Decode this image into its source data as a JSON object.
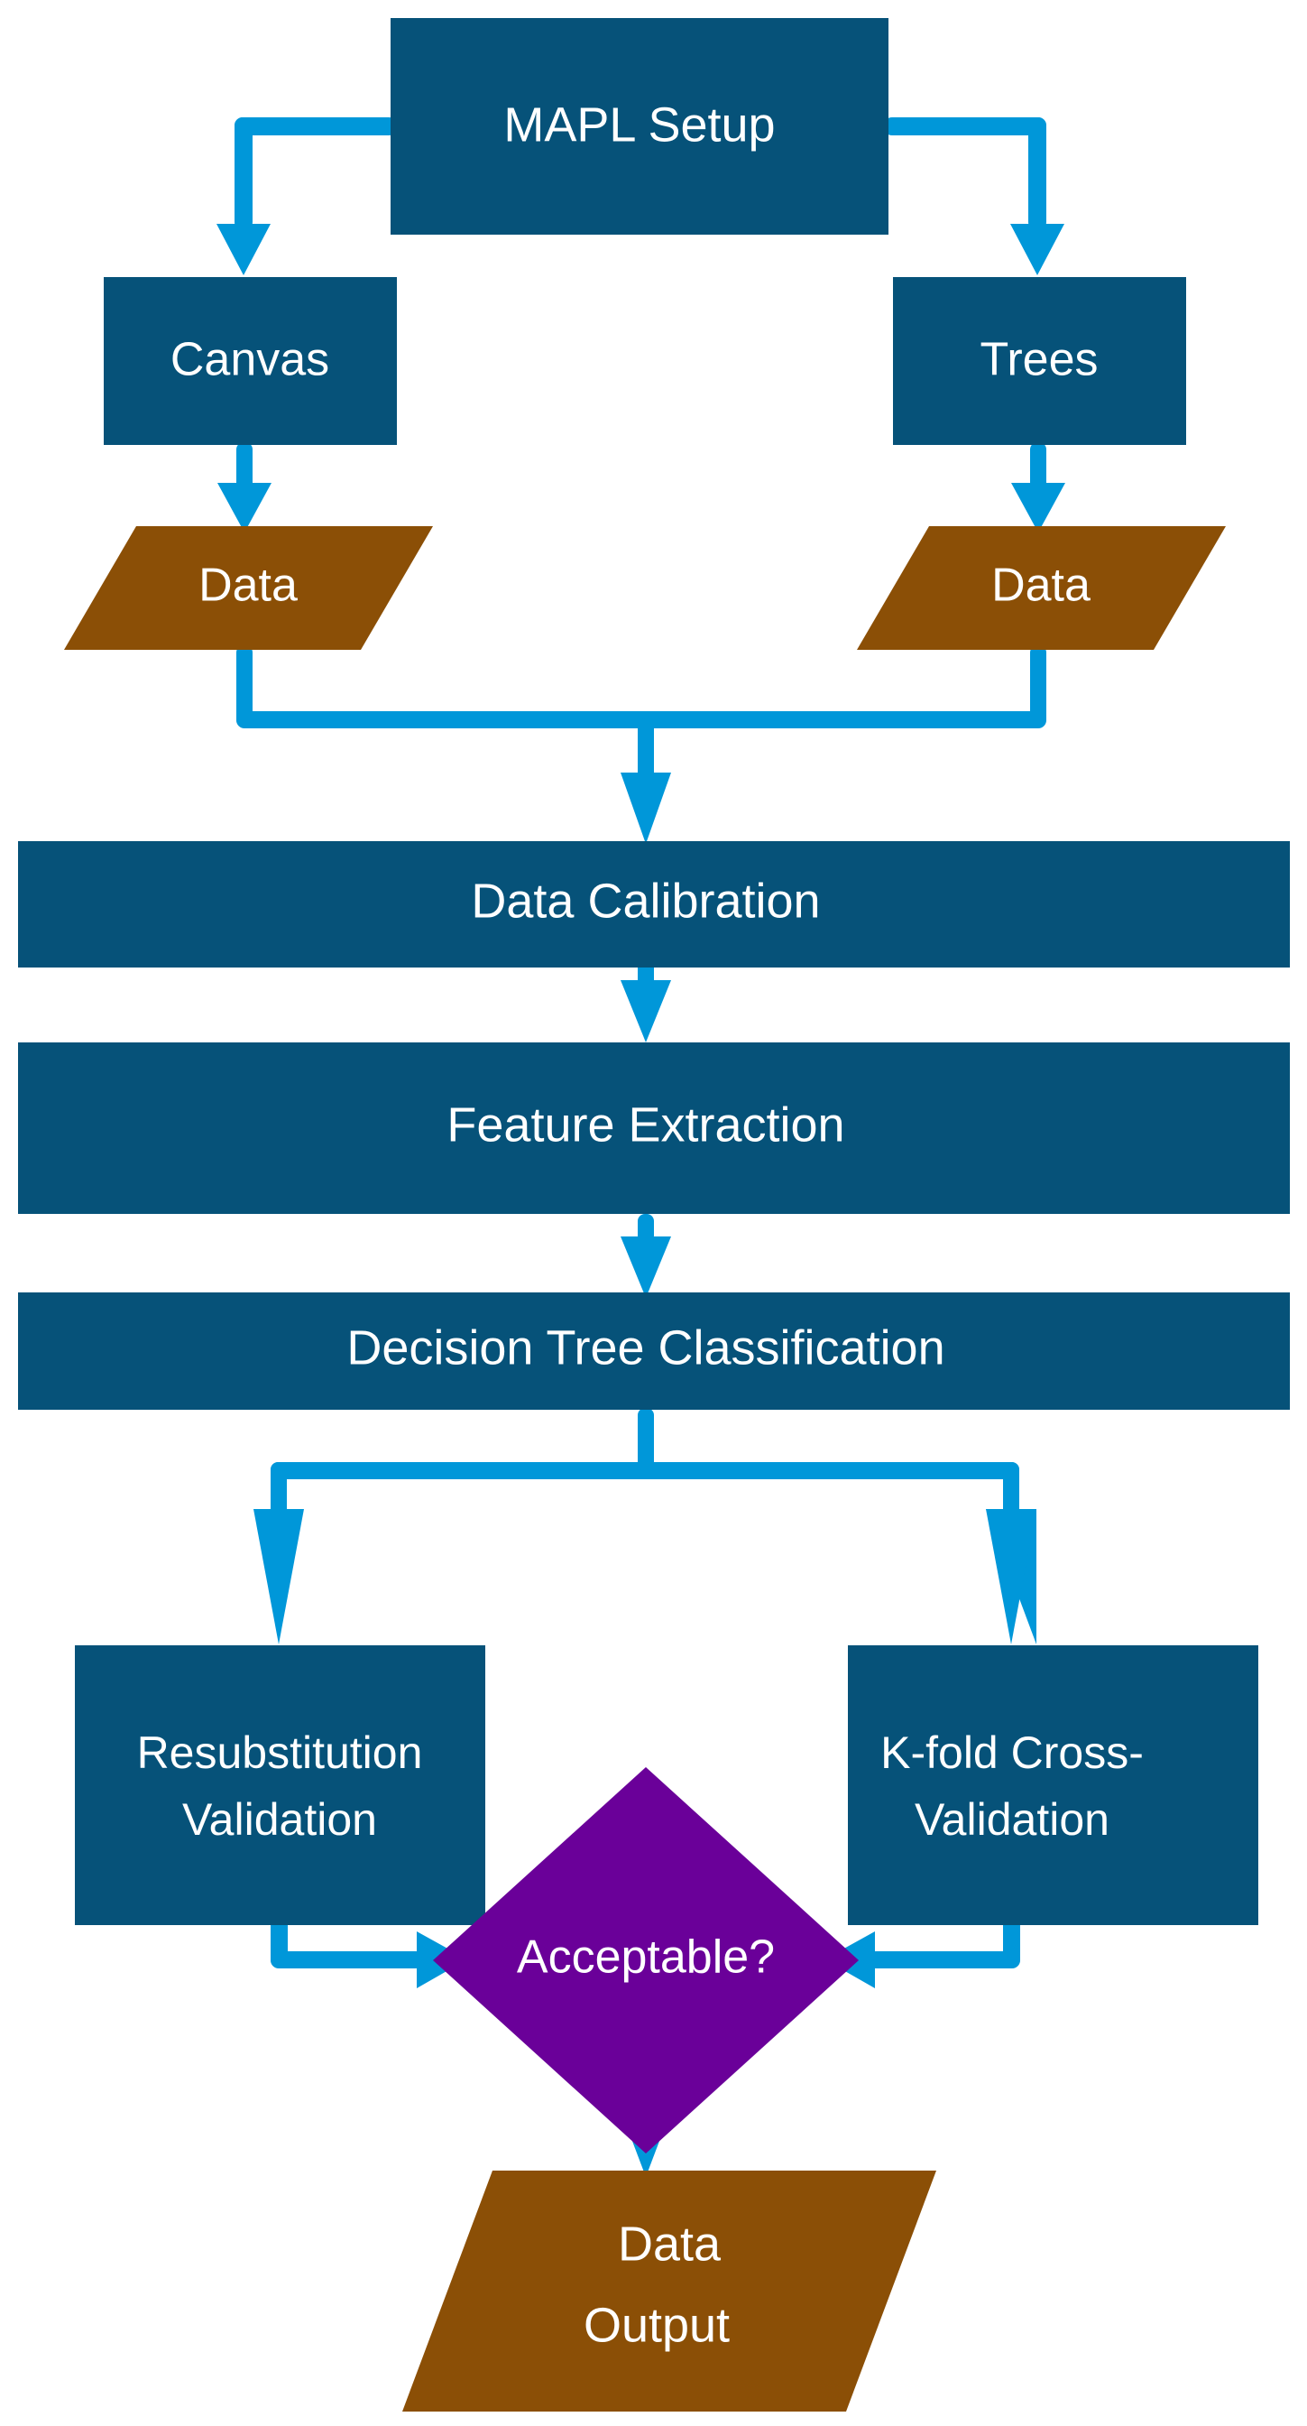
{
  "diagram": {
    "title": "MAPL decision tree classification workflow",
    "type": "flowchart",
    "orientation": "top-to-bottom",
    "background_color": "#ffffff",
    "colors": {
      "process_fill": "#065279",
      "data_fill": "#8B4F06",
      "decision_fill": "#6A0099",
      "connector": "#0097D9",
      "label_text": "#ffffff"
    },
    "nodes": [
      {
        "id": "mapl-setup",
        "label": "MAPL Setup",
        "shape": "rectangle",
        "role": "process",
        "fill": "#065279"
      },
      {
        "id": "canvas",
        "label": "Canvas",
        "shape": "rectangle",
        "role": "process",
        "fill": "#065279"
      },
      {
        "id": "trees",
        "label": "Trees",
        "shape": "rectangle",
        "role": "process",
        "fill": "#065279"
      },
      {
        "id": "data-left",
        "label": "Data",
        "shape": "parallelogram",
        "role": "data",
        "fill": "#8B4F06"
      },
      {
        "id": "data-right",
        "label": "Data",
        "shape": "parallelogram",
        "role": "data",
        "fill": "#8B4F06"
      },
      {
        "id": "data-calibration",
        "label": "Data Calibration",
        "shape": "rectangle",
        "role": "process",
        "fill": "#065279"
      },
      {
        "id": "feature-extraction",
        "label": "Feature Extraction",
        "shape": "rectangle",
        "role": "process",
        "fill": "#065279"
      },
      {
        "id": "decision-tree-classification",
        "label": "Decision Tree Classification",
        "shape": "rectangle",
        "role": "process",
        "fill": "#065279"
      },
      {
        "id": "resubstitution-validation",
        "label_line1": "Resubstitution",
        "label_line2": "Validation",
        "shape": "rectangle",
        "role": "process",
        "fill": "#065279"
      },
      {
        "id": "kfold-cross-validation",
        "label_line1": "K-fold Cross-",
        "label_line2": "Validation",
        "shape": "rectangle",
        "role": "process",
        "fill": "#065279"
      },
      {
        "id": "acceptable-decision",
        "label": "Acceptable?",
        "shape": "diamond",
        "role": "decision",
        "fill": "#6A0099"
      },
      {
        "id": "data-output",
        "label_line1": "Data",
        "label_line2": "Output",
        "shape": "parallelogram",
        "role": "data",
        "fill": "#8B4F06"
      }
    ],
    "edges": [
      {
        "from": "mapl-setup",
        "to": "canvas"
      },
      {
        "from": "mapl-setup",
        "to": "trees"
      },
      {
        "from": "canvas",
        "to": "data-left"
      },
      {
        "from": "trees",
        "to": "data-right"
      },
      {
        "from": "data-left",
        "to": "data-calibration"
      },
      {
        "from": "data-right",
        "to": "data-calibration"
      },
      {
        "from": "data-calibration",
        "to": "feature-extraction"
      },
      {
        "from": "feature-extraction",
        "to": "decision-tree-classification"
      },
      {
        "from": "decision-tree-classification",
        "to": "resubstitution-validation"
      },
      {
        "from": "decision-tree-classification",
        "to": "kfold-cross-validation"
      },
      {
        "from": "resubstitution-validation",
        "to": "acceptable-decision"
      },
      {
        "from": "kfold-cross-validation",
        "to": "acceptable-decision"
      },
      {
        "from": "acceptable-decision",
        "to": "data-output"
      }
    ]
  }
}
